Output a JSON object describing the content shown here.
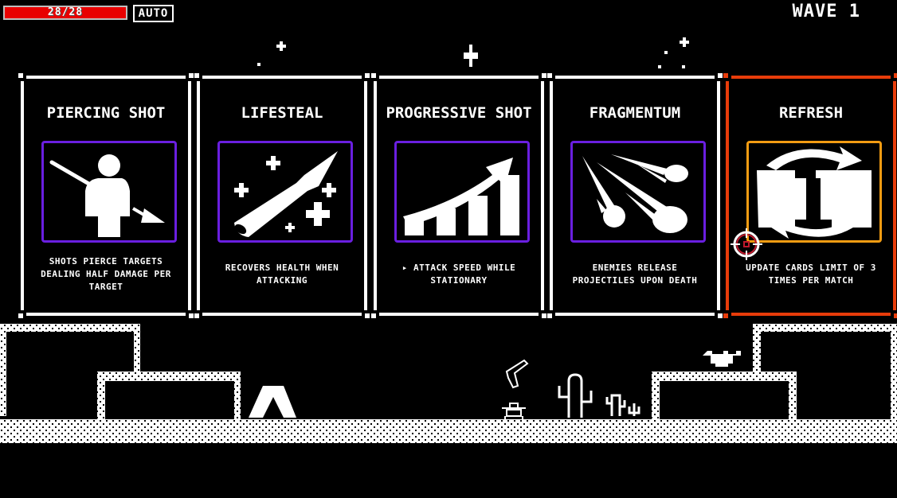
{
  "hud": {
    "health_text": "28/28",
    "health_current": 28,
    "health_max": 28,
    "health_color": "#e80000",
    "auto_label": "AUTO",
    "wave_label": "Wave 1"
  },
  "cards": [
    {
      "title": "PIERCING SHOT",
      "icon": "piercing-shot-icon",
      "description": "SHOTS PIERCE TARGETS DEALING HALF DAMAGE PER TARGET",
      "selected": false
    },
    {
      "title": "LIFESTEAL",
      "icon": "lifesteal-bullet-icon",
      "description": "RECOVERS HEALTH WHEN ATTACKING",
      "selected": false
    },
    {
      "title": "PROGRESSIVE SHOT",
      "icon": "progressive-chart-icon",
      "description": "▸ ATTACK SPEED WHILE STATIONARY",
      "selected": false
    },
    {
      "title": "FRAGMENTUM",
      "icon": "fragment-projectiles-icon",
      "description": "ENEMIES RELEASE PROJECTILES UPON DEATH",
      "selected": false
    },
    {
      "title": "REFRESH",
      "icon": "refresh-arrows-icon",
      "description": "UPDATE CARDS LIMIT  OF 3 TIMES PER MATCH",
      "selected": true
    }
  ],
  "colors": {
    "card_border": "#ffffff",
    "card_border_selected": "#e83c0a",
    "art_frame": "#6a1fe0",
    "art_frame_selected": "#f39c12"
  },
  "scene": {
    "cursor": "crosshair-cursor",
    "props": [
      "tent",
      "player-cowboy",
      "revolver",
      "cactus",
      "cactus-small",
      "cow-skull"
    ]
  }
}
